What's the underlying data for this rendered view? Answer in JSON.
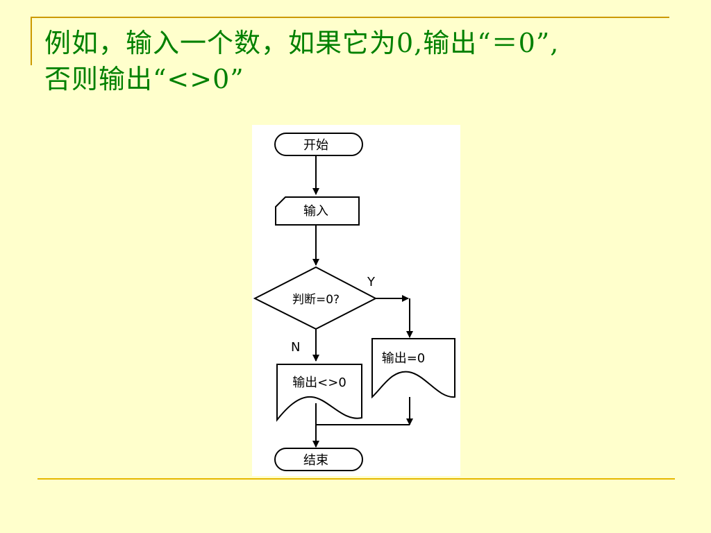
{
  "slide": {
    "title_line1": "例如，输入一个数，如果它为0,输出“＝0”,",
    "title_line2": "否则输出“<>0”",
    "accent_color": "#cc9900",
    "title_color": "#008000",
    "background_color": "#ffffcc"
  },
  "flowchart": {
    "start": "开始",
    "input": "输入",
    "decision": "判断=0?",
    "yes_label": "Y",
    "no_label": "N",
    "output_yes": "输出=0",
    "output_no": "输出<>0",
    "end": "结束"
  }
}
